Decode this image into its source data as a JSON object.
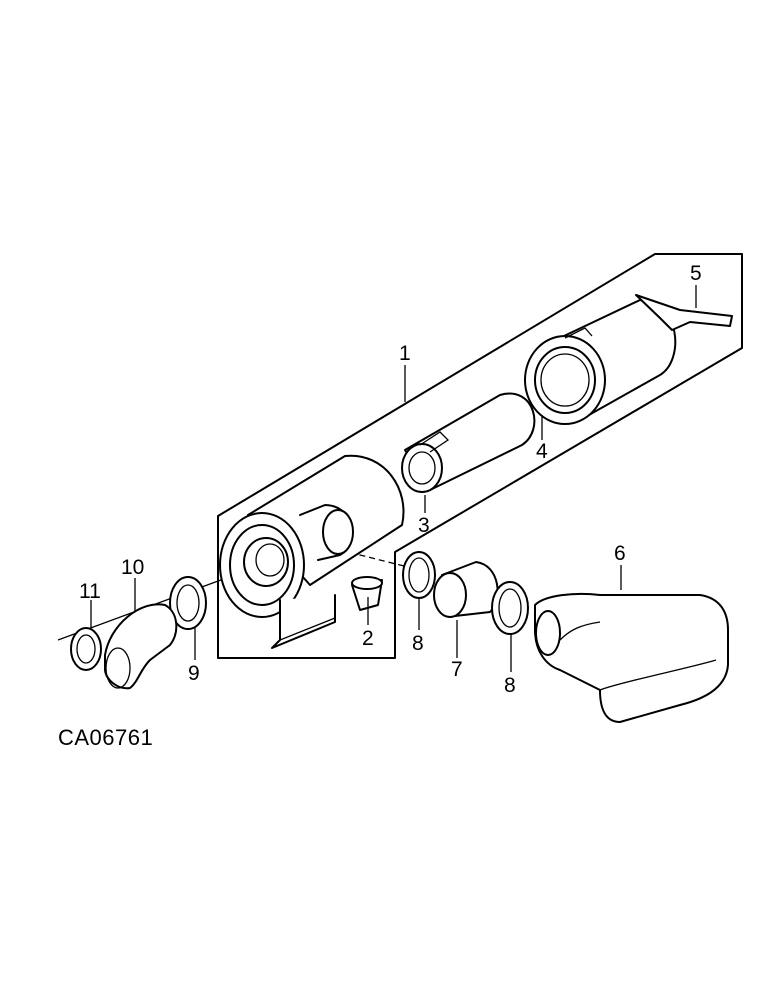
{
  "figure_code": "CA06761",
  "callouts": {
    "c1": "1",
    "c2": "2",
    "c3": "3",
    "c4": "4",
    "c5": "5",
    "c6": "6",
    "c7": "7",
    "c8a": "8",
    "c8b": "8",
    "c9": "9",
    "c10": "10",
    "c11": "11"
  }
}
